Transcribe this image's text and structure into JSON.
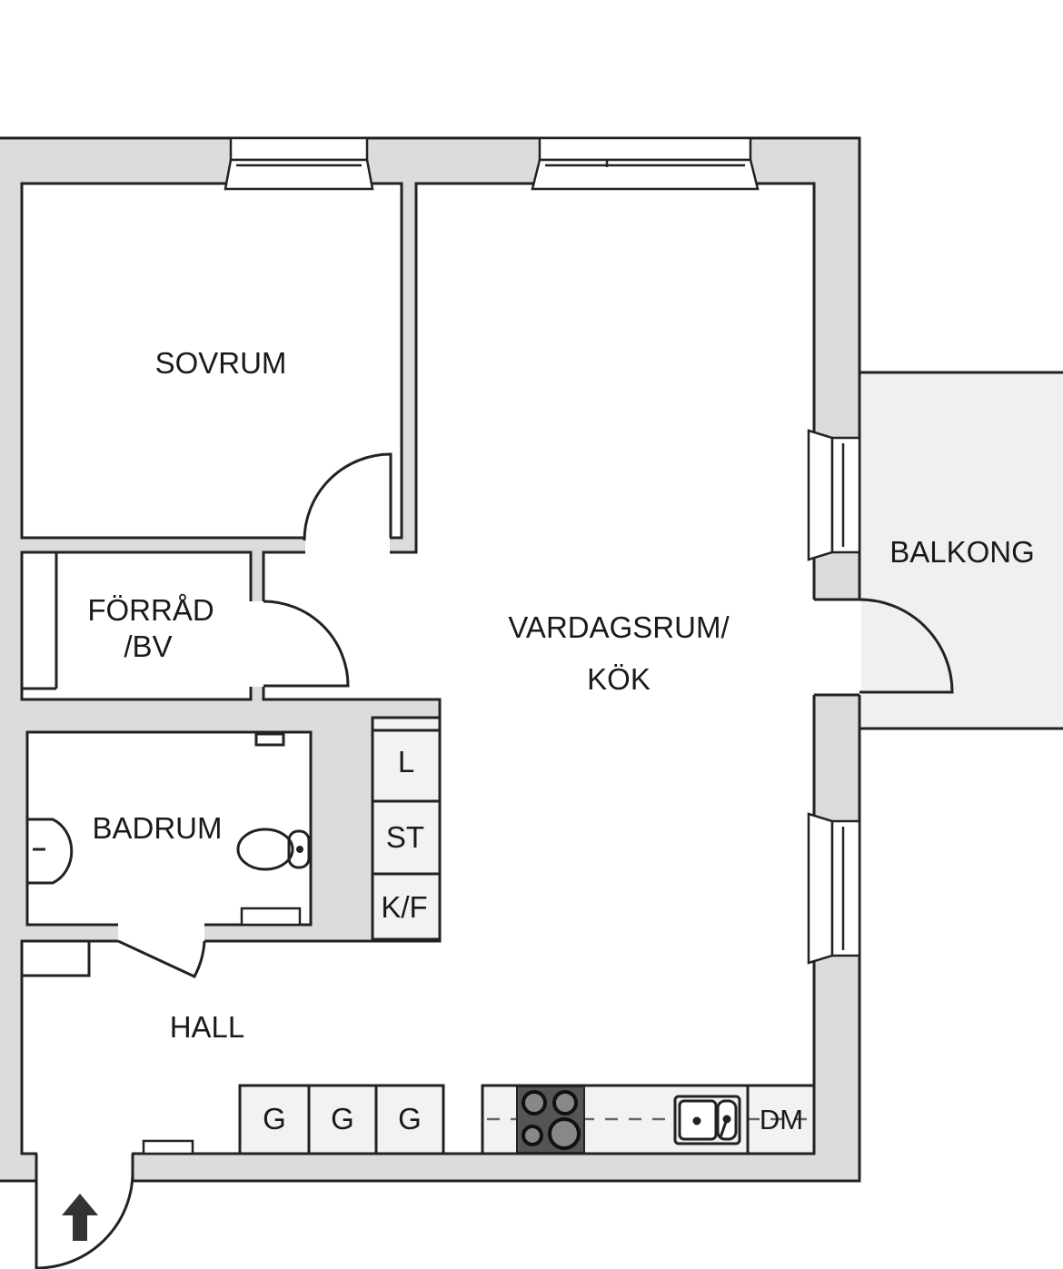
{
  "colors": {
    "wall": "#dcdcdc",
    "room": "#ffffff",
    "balcony": "#f0f0f0",
    "cabinet": "#f2f2f2",
    "line": "#222222",
    "stove": "#555555"
  },
  "rooms": {
    "sovrum": "SOVRUM",
    "forrad_line1": "FÖRRÅD",
    "forrad_line2": "/BV",
    "vardagsrum_line1": "VARDAGSRUM/",
    "vardagsrum_line2": "KÖK",
    "badrum": "BADRUM",
    "hall": "HALL",
    "balkong": "BALKONG"
  },
  "cabinets": {
    "l": "L",
    "st": "ST",
    "kf": "K/F",
    "g": [
      "G",
      "G",
      "G"
    ],
    "dm": "DM"
  },
  "icons": {
    "entrance": "arrow-up-icon"
  }
}
